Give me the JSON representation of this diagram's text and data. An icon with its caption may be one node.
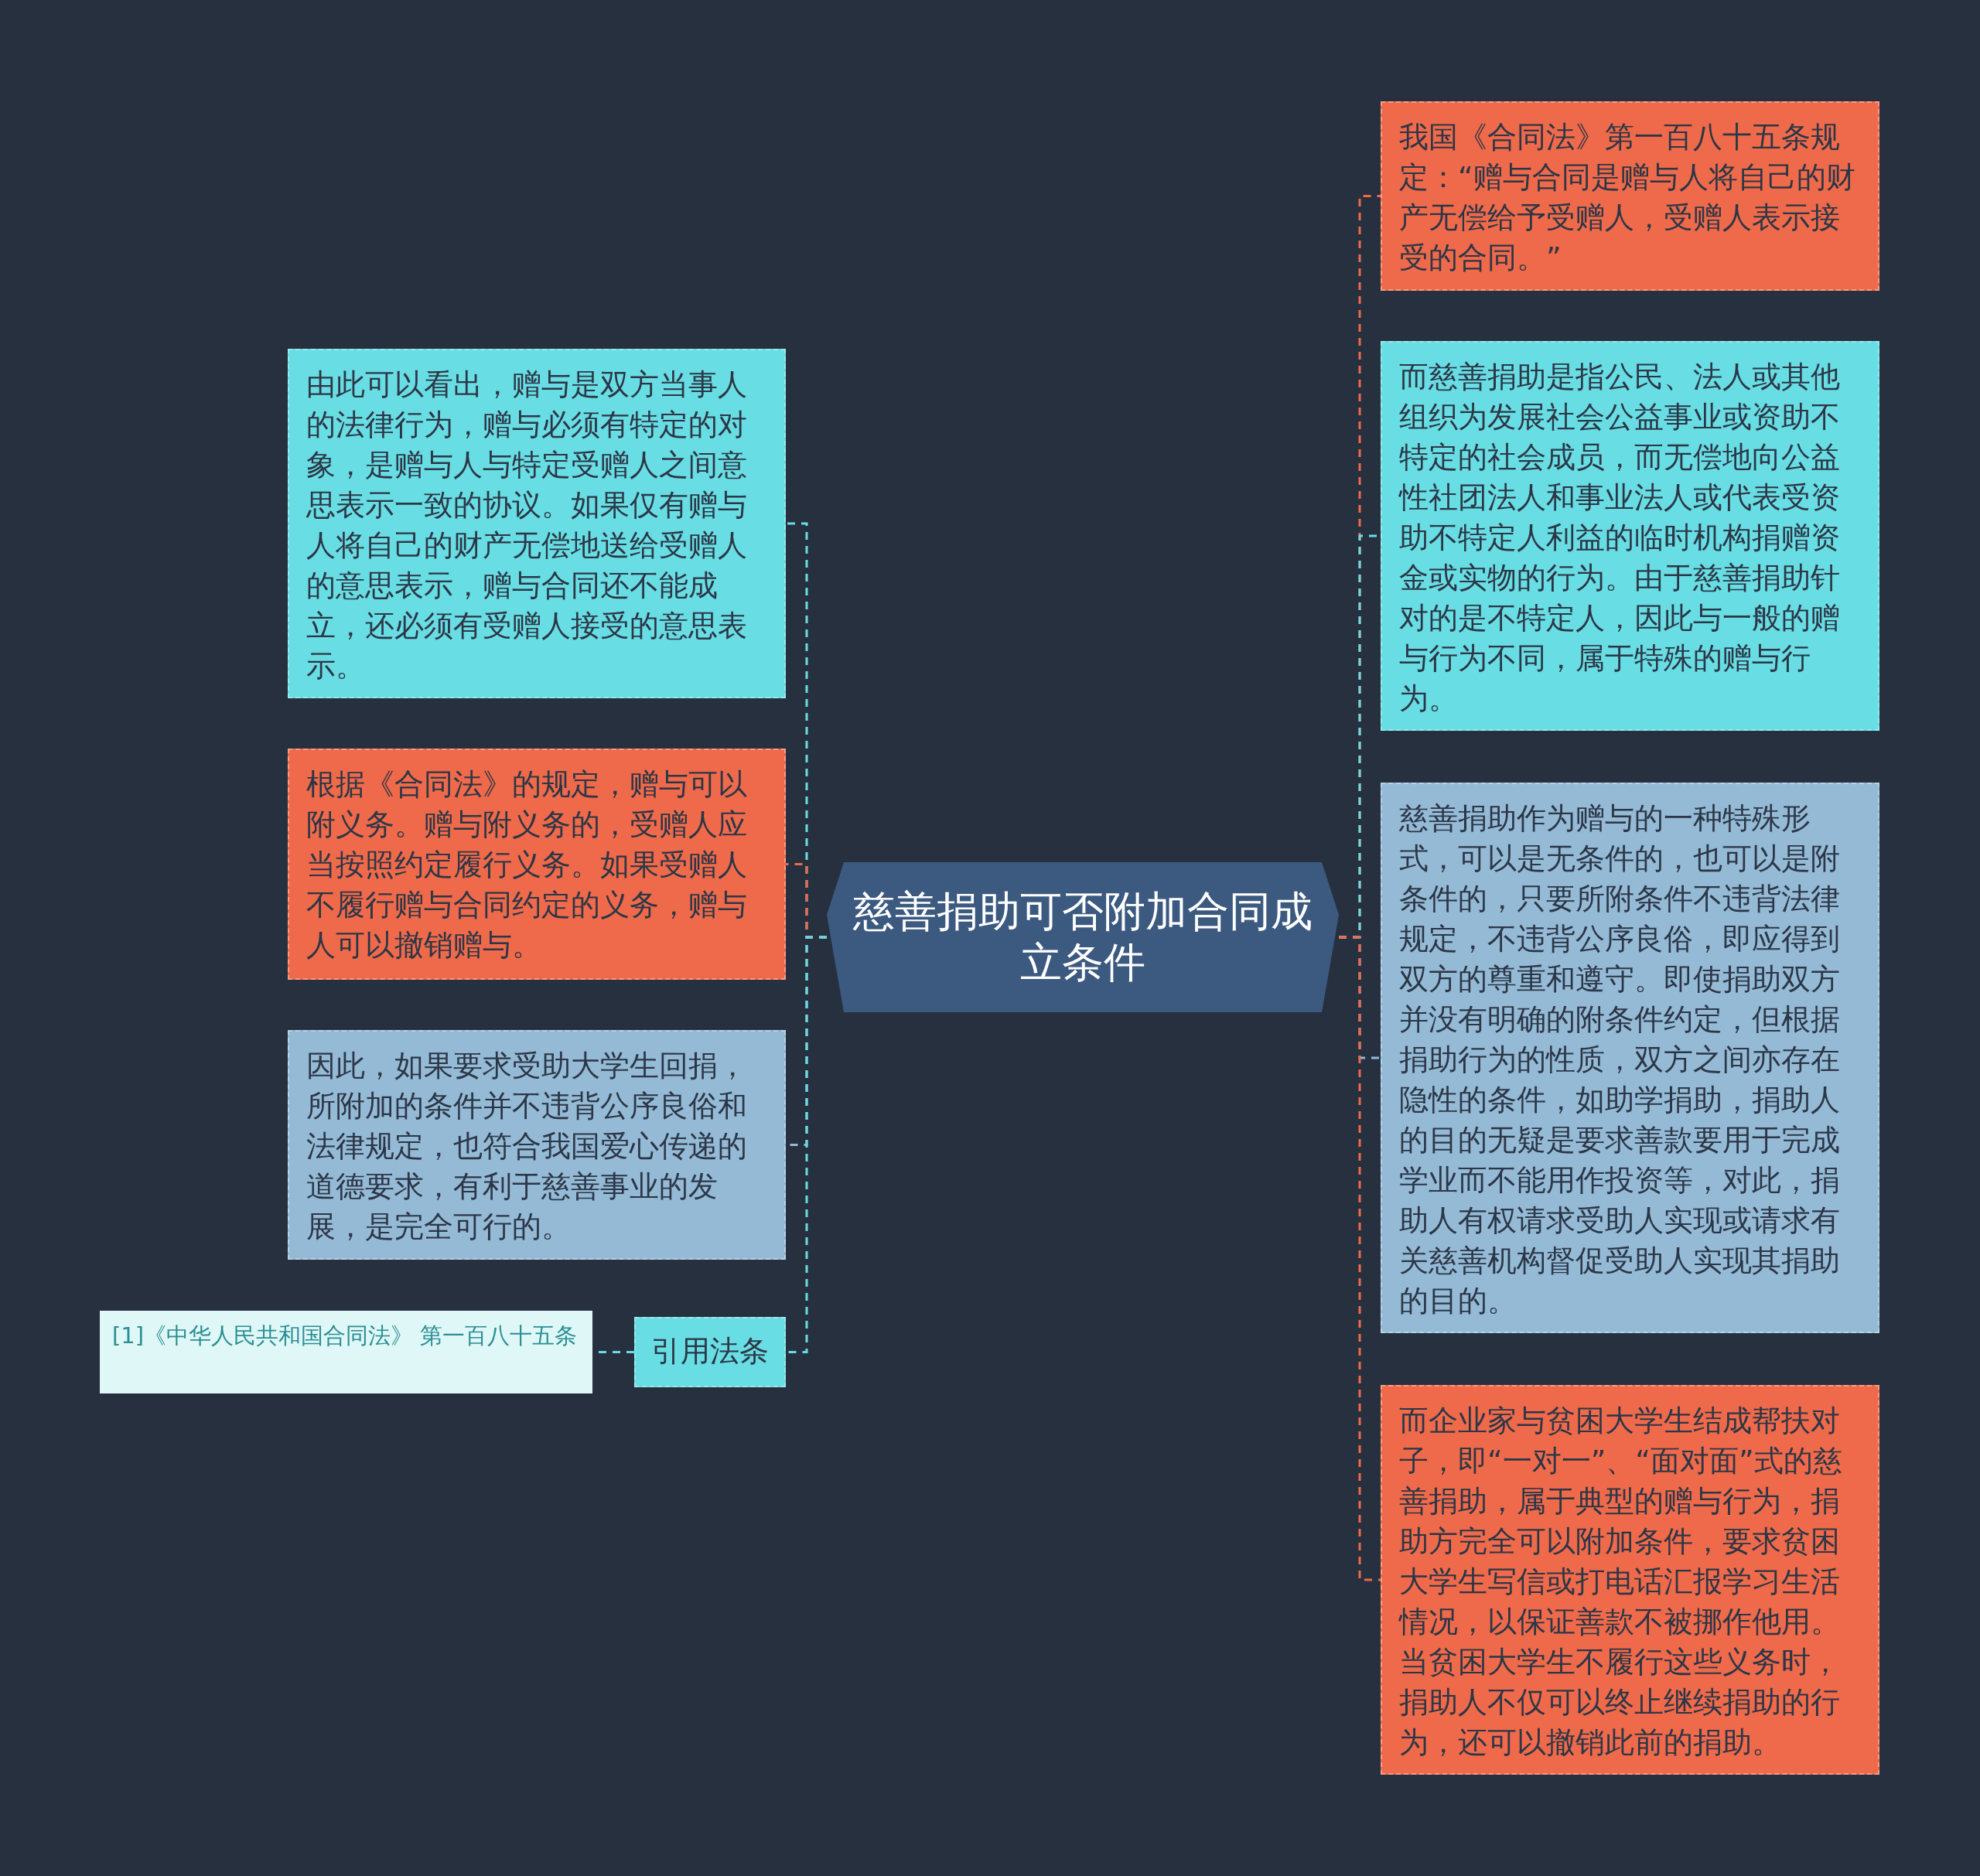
{
  "diagram": {
    "nodes": [
      {
        "text": [
          "慈善捐助可否附加合同成立条件"
        ]
      },
      {
        "text": [
          "由此可以看出，赠与是双方当事人的法律行为，赠与必须有特定的对象，是赠与人与特定受赠人之间意思表示一致的协议。如果仅有赠与人将自己的财产无偿地送给受赠人的意思表示，赠与合同还不能成立，还必须有受赠人接受的意思表示。"
        ]
      },
      {
        "text": [
          "根据《合同法》的规定，赠与可以附义务。赠与附义务的，受赠人应当按照约定履行义务。如果受赠人不履行赠与合同约定的义务，赠与人可以撤销赠与。"
        ]
      },
      {
        "text": [
          "因此，如果要求受助大学生回捐，所附加的条件并不违背公序良俗和法律规定，也符合我国爱心传递的道德要求，有利于慈善事业的发展，是完全可行的。"
        ]
      },
      {
        "text": [
          "引用法条"
        ]
      },
      {
        "text": [
          "[1]《中华人民共和国合同法》 第一百八十五条"
        ]
      },
      {
        "text": [
          "我国《合同法》第一百八十五条规定：“赠与合同是赠与人将自己的财产无偿给予受赠人，受赠人表示接受的合同。”"
        ]
      },
      {
        "text": [
          "而慈善捐助是指公民、法人或其他组织为发展社会公益事业或资助不特定的社会成员，而无偿地向公益性社团法人和事业法人或代表受资助不特定人利益的临时机构捐赠资金或实物的行为。由于慈善捐助针对的是不特定人，因此与一般的赠与行为不同，属于特殊的赠与行为。"
        ]
      },
      {
        "text": [
          "慈善捐助作为赠与的一种特殊形式，可以是无条件的，也可以是附条件的，只要所附条件不违背法律规定，不违背公序良俗，即应得到双方的尊重和遵守。即使捐助双方并没有明确的附条件约定，但根据捐助行为的性质，双方之间亦存在隐性的条件，如助学捐助，捐助人的目的无疑是要求善款要用于完成学业而不能用作投资等，对此，捐助人有权请求受助人实现或请求有关慈善机构督促受助人实现其捐助的目的。"
        ]
      },
      {
        "text": [
          "而企业家与贫困大学生结成帮扶对子，即“一对一”、“面对面”式的慈善捐助，属于典型的赠与行为，捐助方完全可以附加条件，要求贫困大学生写信或打电话汇报学习生活情况，以保证善款不被挪作他用。当贫困大学生不履行这些义务时，捐助人不仅可以终止继续捐助的行为，还可以撤销此前的捐助。"
        ]
      }
    ],
    "edges": [
      {
        "from": 0,
        "to": 1,
        "arrow": "none",
        "style": "dashed",
        "color": "#68dde3"
      },
      {
        "from": 0,
        "to": 2,
        "arrow": "none",
        "style": "dashed",
        "color": "#ee6a4b"
      },
      {
        "from": 0,
        "to": 3,
        "arrow": "none",
        "style": "dashed",
        "color": "#94bad6"
      },
      {
        "from": 0,
        "to": 4,
        "arrow": "none",
        "style": "dashed",
        "color": "#68dde3"
      },
      {
        "from": 4,
        "to": 5,
        "arrow": "none",
        "style": "dashed",
        "color": "#68dde3"
      },
      {
        "from": 0,
        "to": 6,
        "arrow": "none",
        "style": "dashed",
        "color": "#ee6a4b"
      },
      {
        "from": 0,
        "to": 7,
        "arrow": "none",
        "style": "dashed",
        "color": "#68dde3"
      },
      {
        "from": 0,
        "to": 8,
        "arrow": "none",
        "style": "dashed",
        "color": "#94bad6"
      },
      {
        "from": 0,
        "to": 9,
        "arrow": "none",
        "style": "dashed",
        "color": "#ee6a4b"
      }
    ]
  }
}
